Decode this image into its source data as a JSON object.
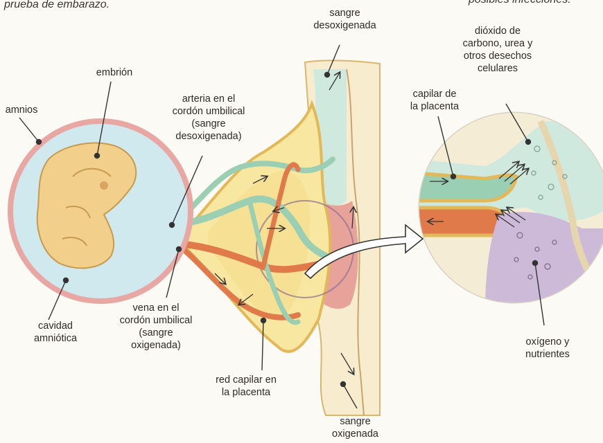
{
  "header_fragments": {
    "left": "prueba de embarazo.",
    "right": "posibles infecciones."
  },
  "labels": {
    "embrion": "embrión",
    "amnios": "amnios",
    "cavidad": "cavidad\namniótica",
    "arteria": "arteria en el\ncordón umbilical\n(sangre\ndesoxigenada)",
    "vena": "vena en el\ncordón umbilical\n(sangre\noxigenada)",
    "red_capilar": "red capilar en\nla placenta",
    "sangre_desox": "sangre\ndesoxigenada",
    "sangre_ox": "sangre\noxigenada",
    "capilar_placenta": "capilar de\nla placenta",
    "dioxido": "dióxido de\ncarbono, urea y\notros desechos\ncelulares",
    "oxigeno": "oxígeno y\nnutrientes"
  },
  "colors": {
    "amnion_ring": "#e9a7a3",
    "amniotic_fluid": "#cfe9ef",
    "embryo": "#f2cf8a",
    "artery_green": "#9bcfb3",
    "vein_orange": "#e07a4a",
    "placenta_yellow": "#f7e7a1",
    "uterus_teal": "#cfe9df",
    "uterus_pink": "#e7a39a",
    "wall_cream": "#f8eccf",
    "inset_purple": "#cdbad8"
  }
}
